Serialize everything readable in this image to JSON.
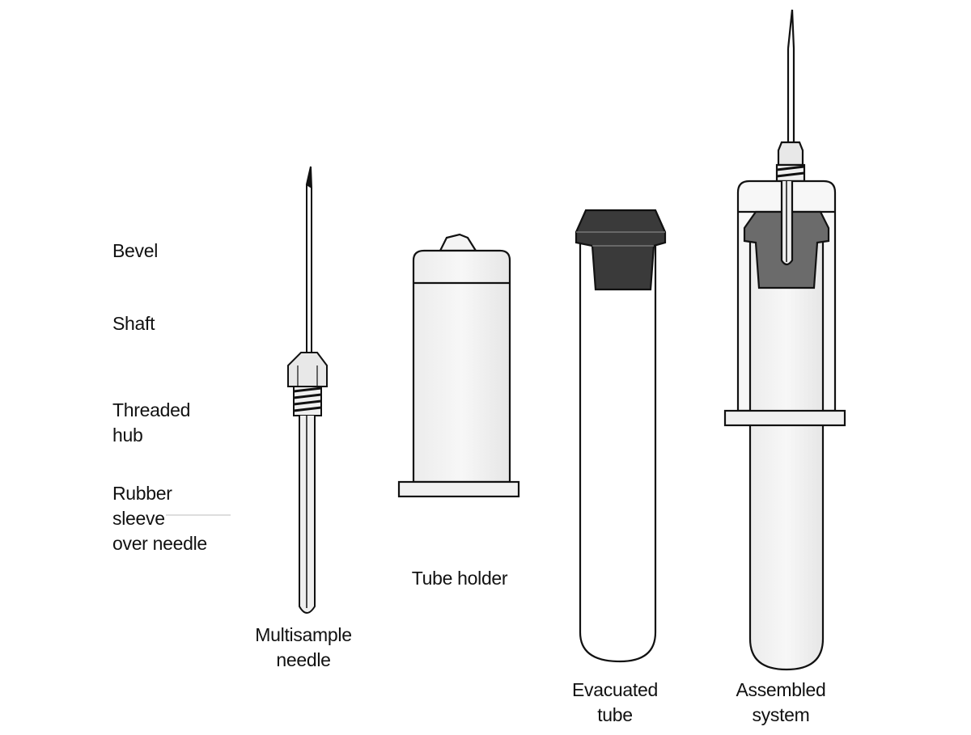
{
  "parts": {
    "bevel": "Bevel",
    "shaft": "Shaft",
    "threaded_hub": [
      "Threaded",
      "hub"
    ],
    "rubber_sleeve": [
      "Rubber",
      "sleeve",
      "over needle"
    ]
  },
  "components": {
    "multisample_needle": [
      "Multisample",
      "needle"
    ],
    "tube_holder": "Tube holder",
    "evacuated_tube": [
      "Evacuated",
      "tube"
    ],
    "assembled_system": [
      "Assembled",
      "system"
    ]
  }
}
